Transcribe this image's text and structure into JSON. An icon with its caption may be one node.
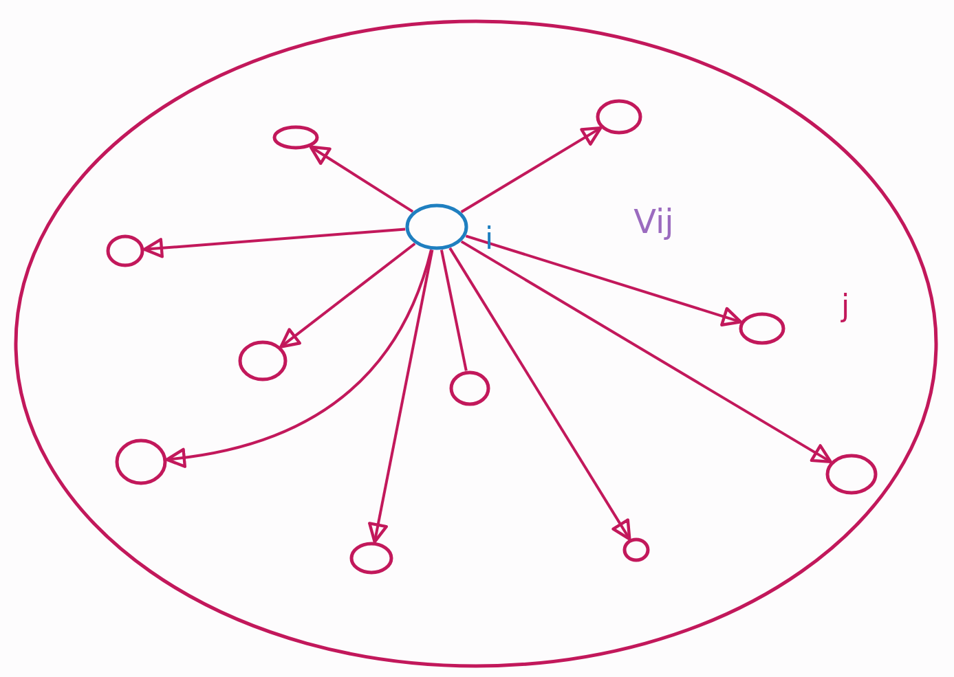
{
  "diagram": {
    "nodes": [
      {
        "text": [],
        "shape": "circle"
      },
      {
        "text": [],
        "shape": "circle",
        "in": 0
      },
      {
        "text": [],
        "shape": "circle",
        "in": 0
      },
      {
        "text": [],
        "shape": "circle",
        "in": 0,
        "beside": [
          "i"
        ]
      },
      {
        "text": [],
        "shape": "circle",
        "in": 0
      },
      {
        "text": [],
        "shape": "circle",
        "in": 0,
        "beside": [
          "j"
        ]
      },
      {
        "text": [],
        "shape": "circle",
        "in": 0
      },
      {
        "text": [],
        "shape": "circle",
        "in": 0
      },
      {
        "text": [],
        "shape": "circle",
        "in": 0
      },
      {
        "text": [],
        "shape": "circle",
        "in": 0
      },
      {
        "text": [],
        "shape": "circle",
        "in": 0
      },
      {
        "text": [],
        "shape": "circle",
        "in": 0
      }
    ],
    "edges": [
      {
        "from": 3,
        "to": 1,
        "arrow": "to"
      },
      {
        "from": 3,
        "to": 2,
        "arrow": "to"
      },
      {
        "from": 3,
        "to": 4,
        "arrow": "to"
      },
      {
        "from": 3,
        "to": 5,
        "arrow": "to",
        "label": "Vij"
      },
      {
        "from": 3,
        "to": 6,
        "arrow": "to"
      },
      {
        "from": 3,
        "to": 7,
        "arrow": "none"
      },
      {
        "from": 3,
        "to": 8,
        "arrow": "to"
      },
      {
        "from": 3,
        "to": 9,
        "arrow": "to"
      },
      {
        "from": 3,
        "to": 10,
        "arrow": "to"
      },
      {
        "from": 3,
        "to": 11,
        "arrow": "to"
      }
    ]
  }
}
